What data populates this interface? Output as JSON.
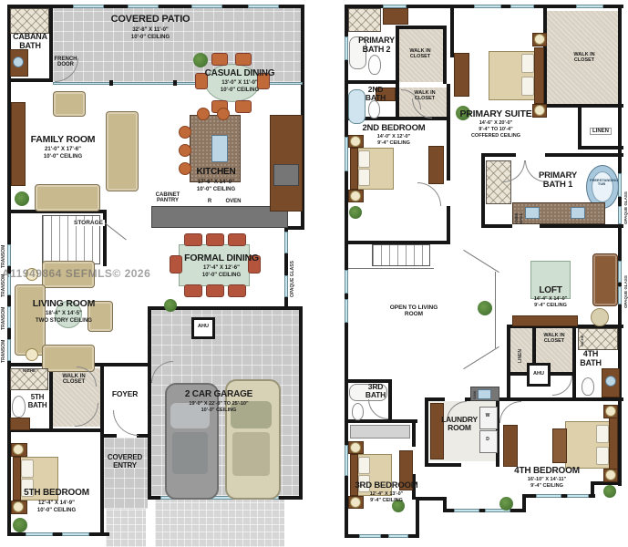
{
  "watermark": "A11949864 SEFMLS© 2026",
  "common": {
    "walk_in_closet": "WALK IN CLOSET",
    "linen": "LINEN",
    "ahu": "AHU",
    "niche": "NICHE",
    "transom": "TRANSOM",
    "opaque_glass": "OPAQUE GLASS"
  },
  "floor1": {
    "covered_patio": {
      "name": "COVERED PATIO",
      "dims": "32'-8\" X 11'-0\"",
      "ceiling": "10'-0\" CEILING"
    },
    "cabana_bath": "CABANA BATH",
    "french_door": "FRENCH DOOR",
    "family_room": {
      "name": "FAMILY ROOM",
      "dims": "21'-0\" X 17'-6\"",
      "ceiling": "10'-0\" CEILING"
    },
    "casual_dining": {
      "name": "CASUAL DINING",
      "dims": "13'-0\" X 11'-0\"",
      "ceiling": "10'-0\" CEILING"
    },
    "kitchen": {
      "name": "KITCHEN",
      "dims": "17'-6\" X 14'-0\"",
      "ceiling": "10'-0\" CEILING"
    },
    "cabinet_pantry": "CABINET PANTRY",
    "range": "R",
    "oven": "OVEN",
    "storage": "STORAGE",
    "formal_dining": {
      "name": "FORMAL DINING",
      "dims": "17'-4\" X 12'-6\"",
      "ceiling": "10'-0\" CEILING"
    },
    "living_room": {
      "name": "LIVING ROOM",
      "dims": "18'-4\" X 14'-5\"",
      "ceiling": "TWO STORY CEILING"
    },
    "foyer": "FOYER",
    "fifth_bath": "5TH BATH",
    "fifth_bedroom": {
      "name": "5TH BEDROOM",
      "dims": "12'-4\" X 14'-9\"",
      "ceiling": "10'-0\" CEILING"
    },
    "covered_entry": "COVERED ENTRY",
    "garage": {
      "name": "2 CAR GARAGE",
      "dims": "19'-0\" X 22'-0\" TO 25'-10\"",
      "ceiling": "10'-0\" CEILING"
    }
  },
  "floor2": {
    "primary_bath_2": "PRIMARY BATH 2",
    "second_bath": "2ND BATH",
    "second_bedroom": {
      "name": "2ND BEDROOM",
      "dims": "14'-0\" X 12'-0\"",
      "ceiling": "9'-4\" CEILING"
    },
    "primary_suite": {
      "name": "PRIMARY SUITE",
      "dims": "14'-6\" X 20'-0\"",
      "range": "9'-4\" TO 10'-4\"",
      "ceiling": "COFFERED CEILING"
    },
    "primary_bath_1": "PRIMARY BATH 1",
    "freestanding_tub": "FREESTANDING TUB",
    "knee_wall": "KNEE WALL",
    "open_to_living": "OPEN TO LIVING ROOM",
    "loft": {
      "name": "LOFT",
      "dims": "14'-4\" X 14'-0\"",
      "ceiling": "9'-4\" CEILING"
    },
    "fourth_bath": "4TH BATH",
    "third_bath": "3RD BATH",
    "laundry_room": "LAUNDRY ROOM",
    "washer": "W",
    "dryer": "D",
    "sink": "SINK",
    "third_bedroom": {
      "name": "3RD BEDROOM",
      "dims": "12'-4\" X 13'-0\"",
      "ceiling": "9'-4\" CEILING"
    },
    "fourth_bedroom": {
      "name": "4TH BEDROOM",
      "dims": "16'-10\" X 14'-11\"",
      "ceiling": "9'-4\" CEILING"
    }
  }
}
